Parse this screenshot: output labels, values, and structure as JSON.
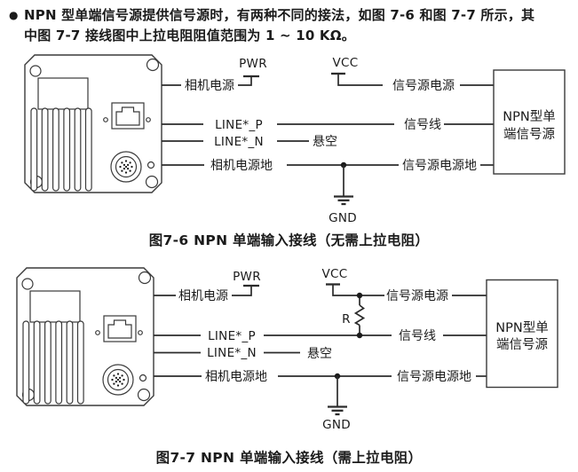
{
  "intro": {
    "bullet": "●",
    "lines": [
      "NPN 型单端信号源提供信号源时，有两种不同的接法，如图 7-6 和图 7-7 所示，其",
      "中图 7-7 接线图中上拉电阻阻值范围为 1 ~ 10 KΩ。"
    ]
  },
  "fig1": {
    "caption": "图7-6 NPN 单端输入接线（无需上拉电阻）",
    "pwr": "PWR",
    "vcc": "VCC",
    "gnd": "GND",
    "camera_power": "相机电源",
    "line_p": "LINE*_P",
    "line_n": "LINE*_N",
    "camera_power_ground": "相机电源地",
    "floating": "悬空",
    "signal_source_power": "信号源电源",
    "signal_wire": "信号线",
    "signal_source_ground": "信号源电源地",
    "box": [
      "NPN型单",
      "端信号源"
    ]
  },
  "fig2": {
    "caption": "图7-7 NPN 单端输入接线（需上拉电阻）",
    "pwr": "PWR",
    "vcc": "VCC",
    "gnd": "GND",
    "resistor": "R",
    "camera_power": "相机电源",
    "line_p": "LINE*_P",
    "line_n": "LINE*_N",
    "camera_power_ground": "相机电源地",
    "floating": "悬空",
    "signal_source_power": "信号源电源",
    "signal_wire": "信号线",
    "signal_source_ground": "信号源电源地",
    "box": [
      "NPN型单",
      "端信号源"
    ]
  },
  "colors": {
    "ink": "#1b1b1b",
    "wire": "#2b2b2b",
    "background": "#ffffff"
  }
}
